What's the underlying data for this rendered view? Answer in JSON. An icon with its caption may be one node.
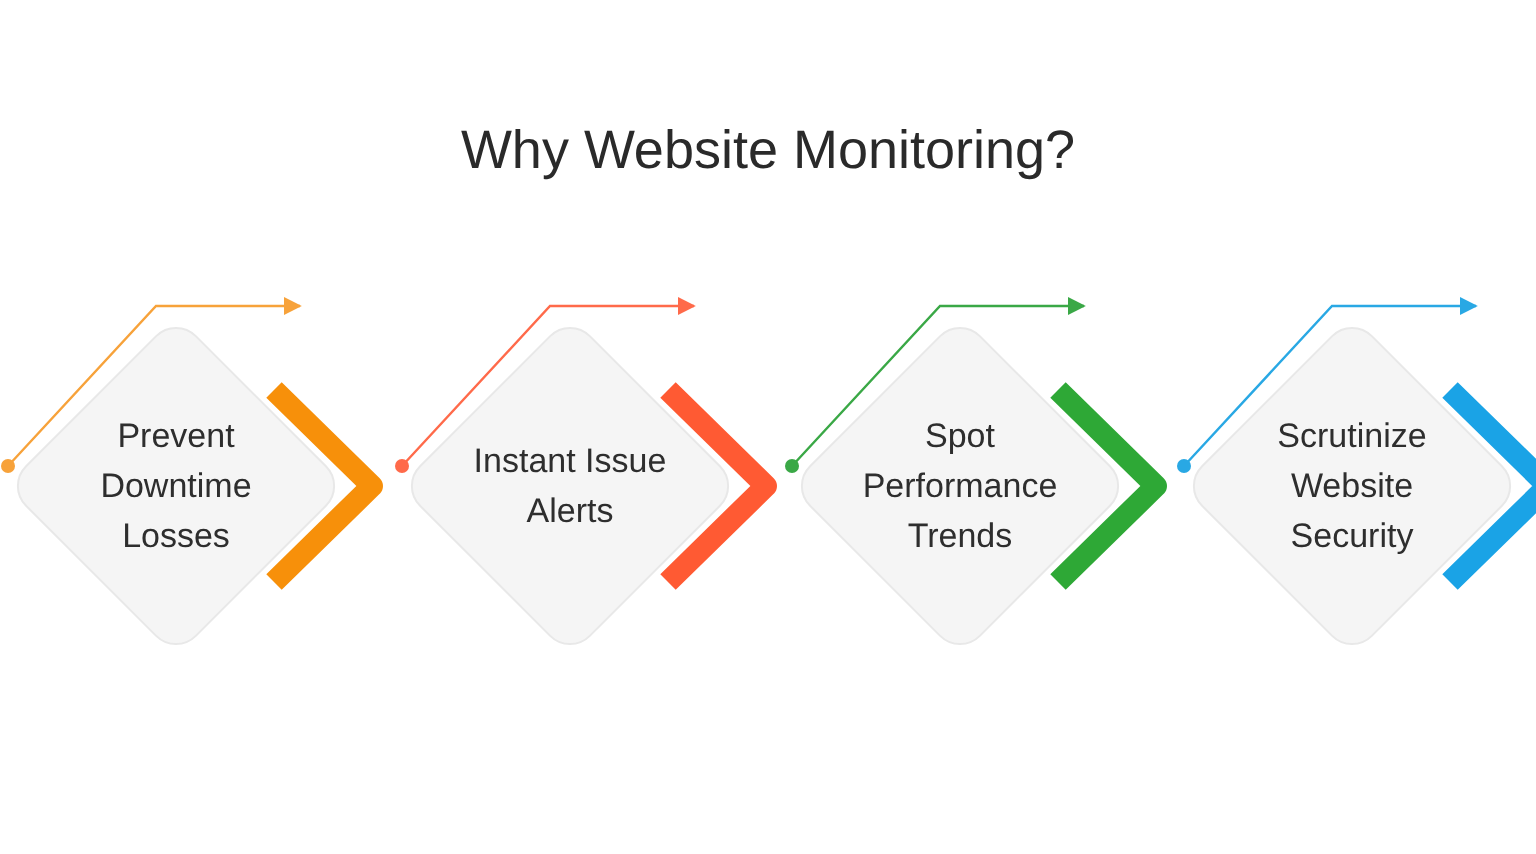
{
  "diagram": {
    "title": "Why Website Monitoring?",
    "nodes": [
      {
        "text": [
          "Prevent Downtime Losses"
        ]
      },
      {
        "text": [
          "Instant Issue Alerts"
        ]
      },
      {
        "text": [
          "Spot Performance Trends"
        ]
      },
      {
        "text": [
          "Scrutinize Website Security"
        ]
      }
    ],
    "edges": [
      {
        "from": 0,
        "to": null,
        "arrow": "to",
        "color": "#f7a23a"
      },
      {
        "from": 1,
        "to": null,
        "arrow": "to",
        "color": "#ff6a4a"
      },
      {
        "from": 2,
        "to": null,
        "arrow": "to",
        "color": "#3aa846"
      },
      {
        "from": 3,
        "to": null,
        "arrow": "to",
        "color": "#29a8e4"
      }
    ]
  }
}
